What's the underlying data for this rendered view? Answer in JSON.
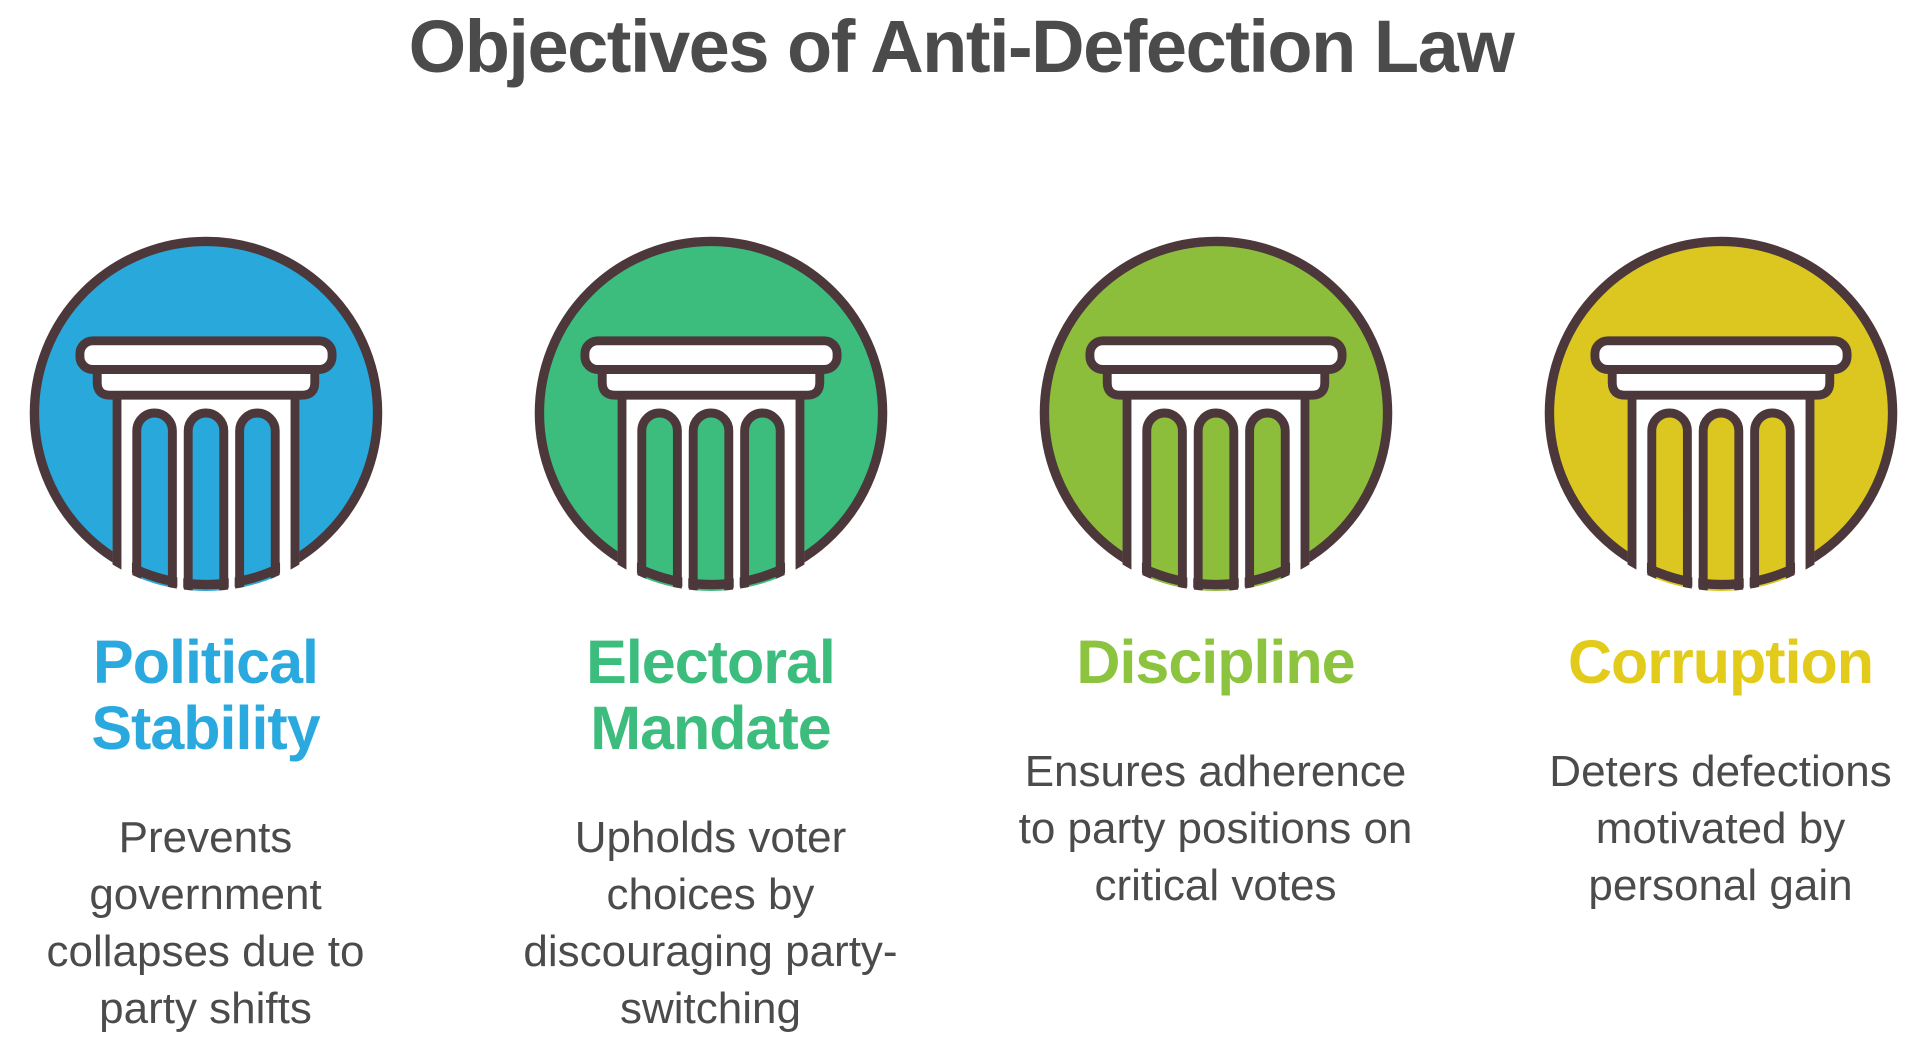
{
  "title": "Objectives of Anti-Defection Law",
  "colors": {
    "background": "#FFFFFF",
    "outline": "#4C383B",
    "body_text": "#4B4B4B",
    "pillar_white": "#FFFFFF"
  },
  "items": [
    {
      "heading": "Political\nStability",
      "description": "Prevents\ngovernment\ncollapses due to\nparty shifts",
      "fill": "#28A8DB",
      "text_color": "#2AA9DE",
      "icon": "pillar-column-in-circle"
    },
    {
      "heading": "Electoral\nMandate",
      "description": "Upholds voter\nchoices by\ndiscouraging party-\nswitching",
      "fill": "#3DBD7D",
      "text_color": "#3DBD7D",
      "icon": "pillar-column-in-circle"
    },
    {
      "heading": "Discipline",
      "description": "Ensures adherence\nto party positions on\ncritical votes",
      "fill": "#8DBE3B",
      "text_color": "#8DC43F",
      "icon": "pillar-column-in-circle"
    },
    {
      "heading": "Corruption",
      "description": "Deters defections\nmotivated by\npersonal gain",
      "fill": "#DCC721",
      "text_color": "#E3CB1B",
      "icon": "pillar-column-in-circle"
    }
  ]
}
